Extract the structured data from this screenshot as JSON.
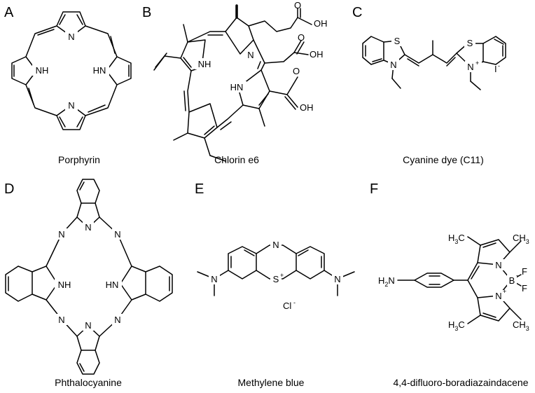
{
  "figure": {
    "panels": [
      {
        "letter": "A",
        "name": "Porphyrin"
      },
      {
        "letter": "B",
        "name": "Chlorin e6"
      },
      {
        "letter": "C",
        "name": "Cyanine dye (C11)"
      },
      {
        "letter": "D",
        "name": "Phthalocyanine"
      },
      {
        "letter": "E",
        "name": "Methylene blue"
      },
      {
        "letter": "F",
        "name": "4,4-difluoro-boradiazaindacene"
      }
    ],
    "atoms": {
      "porphyrin": [
        "N",
        "NH",
        "HN",
        "N"
      ],
      "chlorin": [
        "N",
        "NH",
        "HN",
        "OH",
        "OH",
        "O",
        "O",
        "OH",
        "O"
      ],
      "cyanine": [
        "S",
        "S",
        "N",
        "N",
        "+",
        "I",
        "-"
      ],
      "phthalocyanine": [
        "N",
        "NH",
        "HN",
        "N",
        "N",
        "N",
        "N",
        "N"
      ],
      "methylene": [
        "N",
        "S",
        "+",
        "N",
        "N",
        "Cl",
        "-"
      ],
      "bodipy": [
        "H",
        "2",
        "N",
        "H",
        "3",
        "C",
        "CH",
        "3",
        "N",
        "B",
        "-",
        "F",
        "F",
        "N",
        "+",
        "H",
        "3",
        "C",
        "CH",
        "3"
      ]
    }
  }
}
